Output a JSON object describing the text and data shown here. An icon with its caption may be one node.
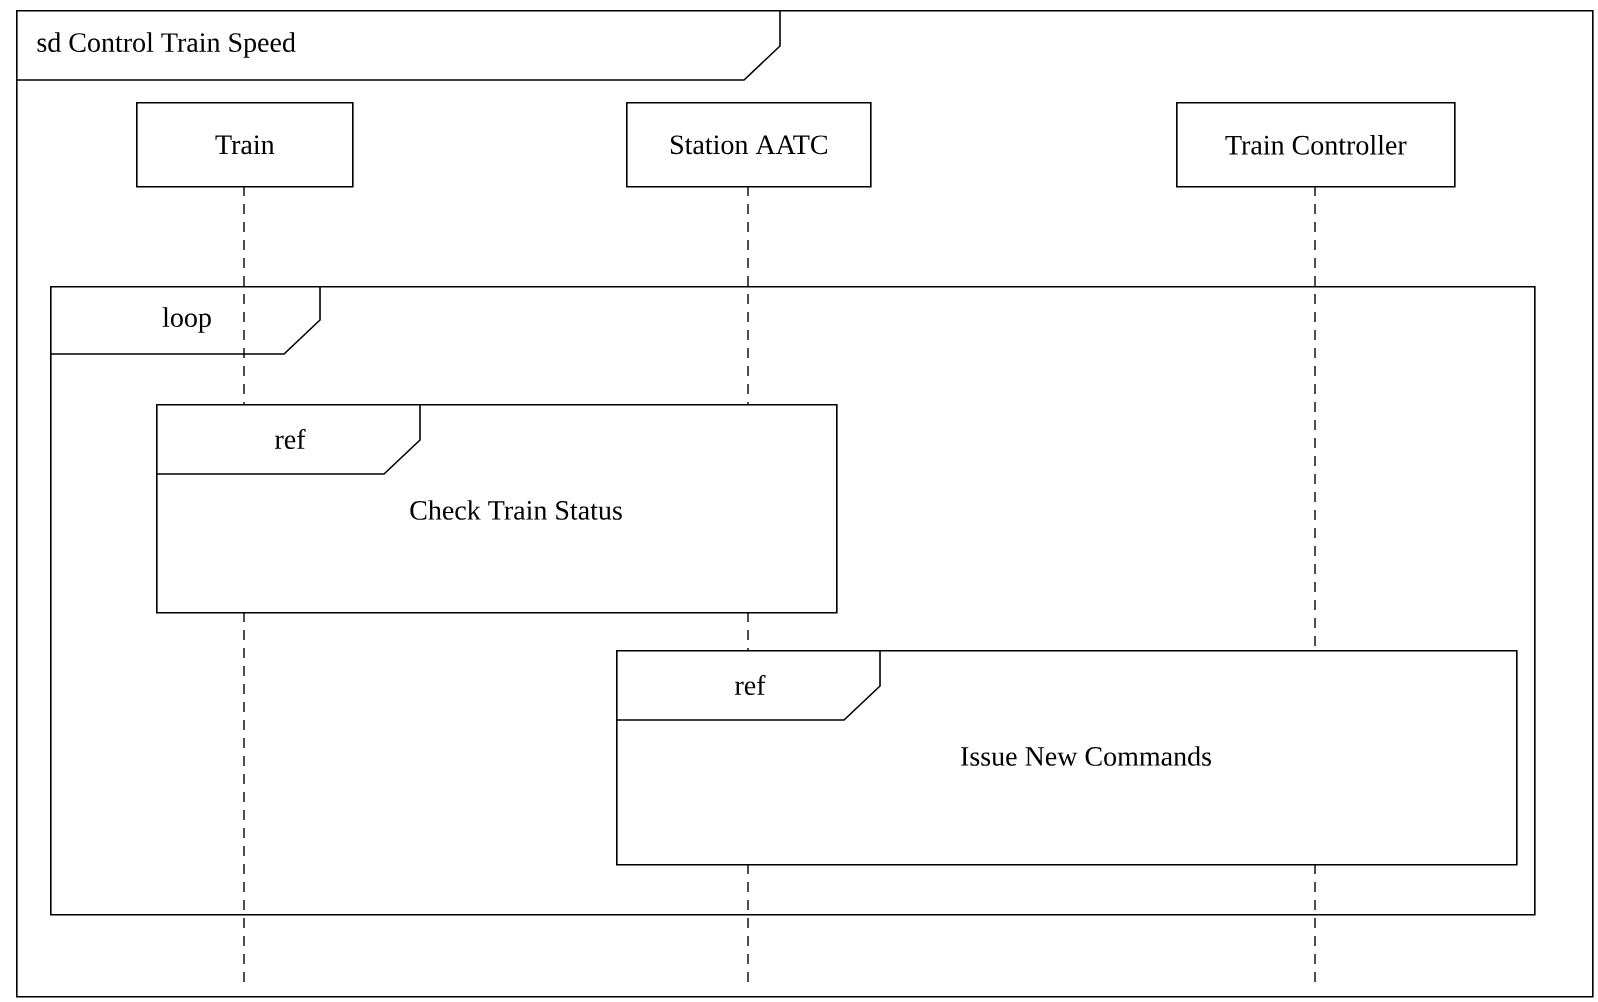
{
  "diagram": {
    "nodes": [
      {
        "text": [
          "sd Control Train Speed"
        ]
      },
      {
        "text": [
          "Train"
        ],
        "in": 0
      },
      {
        "text": [
          "Station AATC"
        ],
        "in": 0
      },
      {
        "text": [
          "Train Controller"
        ],
        "in": 0
      },
      {
        "text": [
          "loop"
        ],
        "in": 0
      },
      {
        "text": [
          "ref",
          "Check Train Status"
        ],
        "in": 4
      },
      {
        "text": [
          "ref",
          "Issue New Commands"
        ],
        "in": 4
      }
    ],
    "edges": [
      {
        "from": 1,
        "to": null,
        "arrow": "none",
        "style": "dashed"
      },
      {
        "from": 2,
        "to": null,
        "arrow": "none",
        "style": "dashed"
      },
      {
        "from": 3,
        "to": null,
        "arrow": "none",
        "style": "dashed"
      }
    ]
  }
}
